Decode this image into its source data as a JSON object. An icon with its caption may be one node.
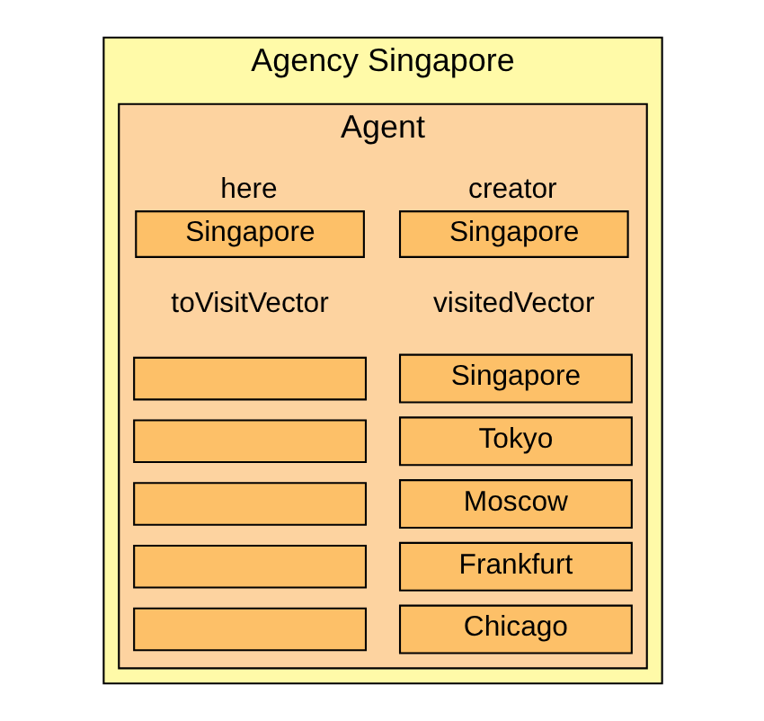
{
  "diagram": {
    "nodes": [
      {
        "text": [
          "Agency Singapore"
        ]
      },
      {
        "text": [
          "Agent"
        ],
        "in": 0
      },
      {
        "text": [
          "here",
          "Singapore"
        ],
        "in": 1
      },
      {
        "text": [
          "creator",
          "Singapore"
        ],
        "in": 1
      },
      {
        "text": [],
        "shape": "box",
        "in": 1
      },
      {
        "text": [],
        "shape": "box",
        "in": 1
      },
      {
        "text": [],
        "shape": "box",
        "in": 1
      },
      {
        "text": [],
        "shape": "box",
        "in": 1
      },
      {
        "text": [],
        "shape": "box",
        "in": 1
      },
      {
        "text": [
          "Singapore"
        ],
        "in": 1
      },
      {
        "text": [
          "Tokyo"
        ],
        "in": 1
      },
      {
        "text": [
          "Moscow"
        ],
        "in": 1
      },
      {
        "text": [
          "Frankfurt"
        ],
        "in": 1
      },
      {
        "text": [
          "Chicago"
        ],
        "in": 1
      }
    ],
    "labels": [
      "toVisitVector",
      "visitedVector"
    ]
  }
}
